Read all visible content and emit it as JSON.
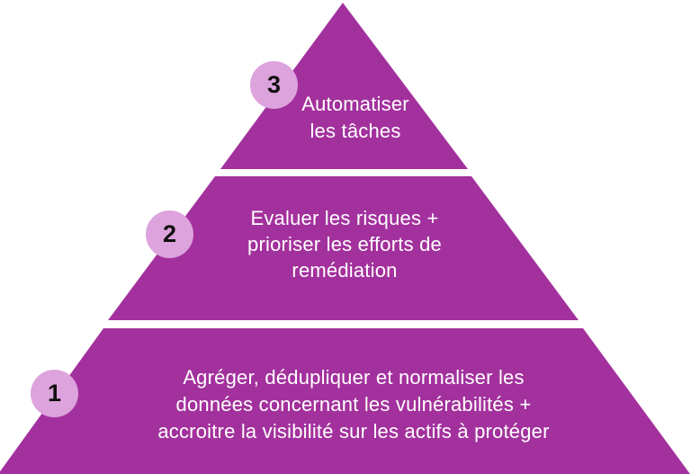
{
  "diagram": {
    "type": "pyramid",
    "levels": [
      {
        "number": "3",
        "label": "Automatiser\nles tâches"
      },
      {
        "number": "2",
        "label": "Evaluer les risques +\nprioriser les efforts de\nremédiation"
      },
      {
        "number": "1",
        "label": "Agréger, dédupliquer et normaliser les\ndonnées concernant les vulnérabilités +\naccroitre la visibilité sur les actifs à protéger"
      }
    ]
  },
  "colors": {
    "pyramid-fill": "#a3319d",
    "badge-fill": "#dda3dd",
    "badge-text": "#111111",
    "level-text": "#ffffff",
    "background": "#ffffff"
  }
}
